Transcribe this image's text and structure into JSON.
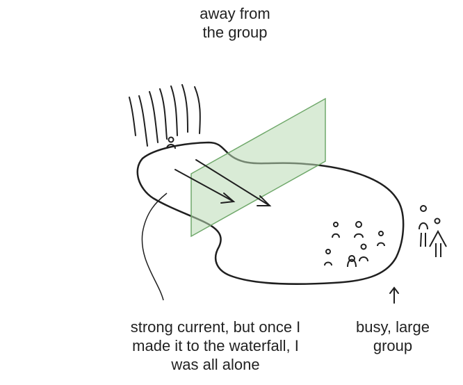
{
  "labels": {
    "top": [
      "away from",
      "the group"
    ],
    "bottom_left": [
      "strong current, but once I",
      "made it to the waterfall, I",
      "was all alone"
    ],
    "bottom_right": [
      "busy, large",
      "group"
    ]
  },
  "colors": {
    "ink": "#1f1f1f",
    "plane_fill": "#b9dbb5",
    "plane_stroke": "#6fa86a"
  }
}
